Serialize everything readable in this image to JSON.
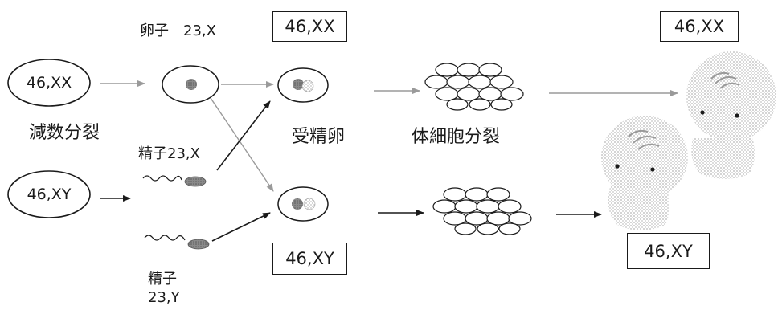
{
  "parents": {
    "mother_karyotype": "46,XX",
    "father_karyotype": "46,XY"
  },
  "labels": {
    "meiosis": "減数分裂",
    "egg": "卵子　23,X",
    "sperm_x": "精子23,X",
    "sperm_y_line1": "精子",
    "sperm_y_line2": "23,Y",
    "fertilized_egg": "受精卵",
    "somatic_division": "体細胞分裂"
  },
  "karyotypes": {
    "zygote_female": "46,XX",
    "zygote_male": "46,XY",
    "child_female": "46,XX",
    "child_male": "46,XY"
  },
  "colors": {
    "ink": "#1a1a1a",
    "light_arrow": "#9a9a9a",
    "nucleus": "#7a7a7a",
    "baby_shade": "#c8c8c8"
  }
}
